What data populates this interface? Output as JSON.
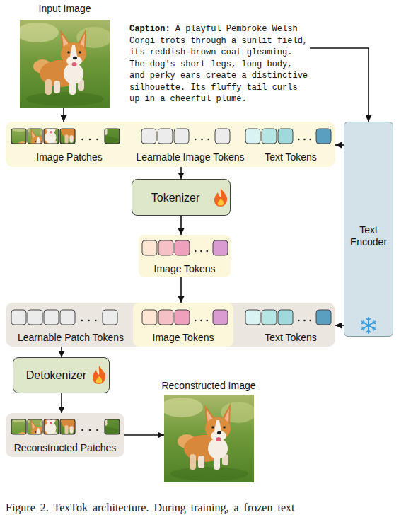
{
  "diagram": {
    "caption": "Figure 2. TexTok architecture. During training, a frozen text",
    "nodes": [
      {
        "text": [
          "Input Image"
        ]
      },
      {
        "text": [
          "Caption:",
          "A playful Pembroke Welsh Corgi trots through a sunlit field, its reddish-brown coat gleaming. The dog's short legs, long body, and perky ears create a distinctive silhouette. Its fluffy tail curls up in a cheerful plume."
        ]
      },
      {
        "text": [
          "Image Patches",
          "Learnable Image Tokens",
          "Text Tokens"
        ]
      },
      {
        "text": [
          "Text Encoder"
        ]
      },
      {
        "text": [
          "Tokenizer"
        ]
      },
      {
        "text": [
          "Image Tokens"
        ]
      },
      {
        "text": [
          "Learnable Patch Tokens",
          "Text Tokens"
        ]
      },
      {
        "text": [
          "Image Tokens"
        ],
        "in": 6
      },
      {
        "text": [
          "Detokenizer"
        ]
      },
      {
        "text": [
          "Reconstructed Patches"
        ]
      },
      {
        "text": [
          "Reconstructed Image"
        ]
      }
    ],
    "edges": [
      {
        "from": 0,
        "to": 2,
        "arrow": "to"
      },
      {
        "from": 1,
        "to": 3,
        "arrow": "to"
      },
      {
        "from": 3,
        "to": 2,
        "arrow": "to"
      },
      {
        "from": 2,
        "to": 4,
        "arrow": "to"
      },
      {
        "from": 4,
        "to": 5,
        "arrow": "to"
      },
      {
        "from": 5,
        "to": 7,
        "arrow": "to"
      },
      {
        "from": 3,
        "to": 6,
        "arrow": "to"
      },
      {
        "from": 6,
        "to": 8,
        "arrow": "to"
      },
      {
        "from": 8,
        "to": 9,
        "arrow": "to"
      },
      {
        "from": 9,
        "to": 10,
        "arrow": "to"
      }
    ]
  }
}
